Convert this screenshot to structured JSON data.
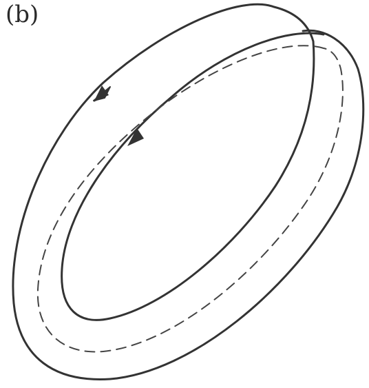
{
  "figure": {
    "label": "(b)"
  },
  "colors": {
    "ink": "#333333",
    "dashed_ink": "#444444",
    "background": "#ffffff"
  },
  "elements": {
    "outer_loop": "solid",
    "inner_loop": "solid",
    "middle_loop": "dashed",
    "arrows": 2
  }
}
